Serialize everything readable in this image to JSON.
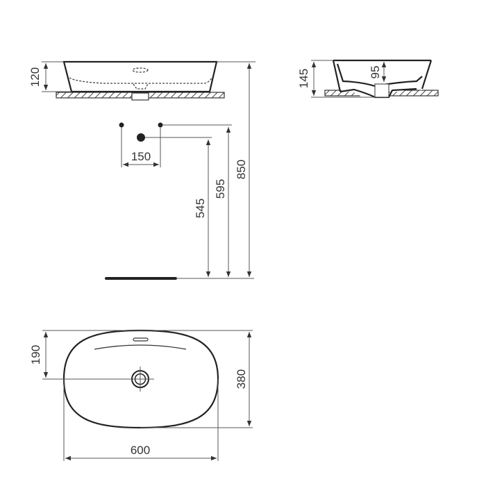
{
  "drawing": {
    "views": {
      "front_elevation": {
        "height_label": "120"
      },
      "side_section": {
        "height_label": "145",
        "bowl_depth_label": "95"
      },
      "wall_elevation": {
        "tap_spacing_label": "150",
        "waste_height_label": "545",
        "tap_height_label": "595",
        "rim_height_label": "850"
      },
      "plan_view": {
        "width_label": "600",
        "depth_label": "380",
        "waste_offset_label": "190"
      }
    },
    "colors": {
      "line": "#555555",
      "outline": "#222222",
      "background": "#ffffff"
    }
  }
}
